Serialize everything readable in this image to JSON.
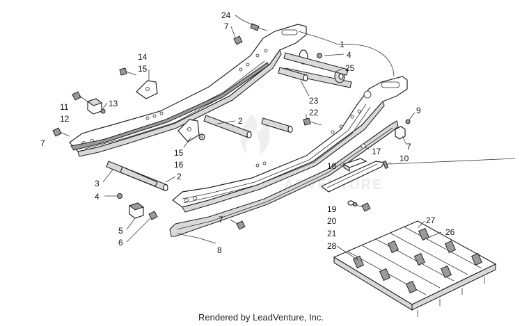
{
  "diagram": {
    "callouts": [
      {
        "id": "c24",
        "text": "24"
      },
      {
        "id": "c7a",
        "text": "7"
      },
      {
        "id": "c1",
        "text": "1"
      },
      {
        "id": "c4a",
        "text": "4"
      },
      {
        "id": "c25",
        "text": "25"
      },
      {
        "id": "c14",
        "text": "14"
      },
      {
        "id": "c15a",
        "text": "15"
      },
      {
        "id": "c23",
        "text": "23"
      },
      {
        "id": "c11",
        "text": "11"
      },
      {
        "id": "c13",
        "text": "13"
      },
      {
        "id": "c12",
        "text": "12"
      },
      {
        "id": "c22",
        "text": "22"
      },
      {
        "id": "c9",
        "text": "9"
      },
      {
        "id": "c2a",
        "text": "2"
      },
      {
        "id": "c7b",
        "text": "7"
      },
      {
        "id": "c7c",
        "text": "7"
      },
      {
        "id": "c15b",
        "text": "15"
      },
      {
        "id": "c16",
        "text": "16"
      },
      {
        "id": "c17",
        "text": "17"
      },
      {
        "id": "c10",
        "text": "10"
      },
      {
        "id": "c18",
        "text": "18"
      },
      {
        "id": "c2b",
        "text": "2"
      },
      {
        "id": "c3",
        "text": "3"
      },
      {
        "id": "c4b",
        "text": "4"
      },
      {
        "id": "c19",
        "text": "19"
      },
      {
        "id": "c20",
        "text": "20"
      },
      {
        "id": "c5",
        "text": "5"
      },
      {
        "id": "c6",
        "text": "6"
      },
      {
        "id": "c7d",
        "text": "7"
      },
      {
        "id": "c21",
        "text": "21"
      },
      {
        "id": "c27",
        "text": "27"
      },
      {
        "id": "c26",
        "text": "26"
      },
      {
        "id": "c8",
        "text": "8"
      },
      {
        "id": "c28",
        "text": "28"
      }
    ],
    "watermark": "ADVENTURE"
  },
  "footer": {
    "credit": "Rendered by LeadVenture, Inc."
  }
}
